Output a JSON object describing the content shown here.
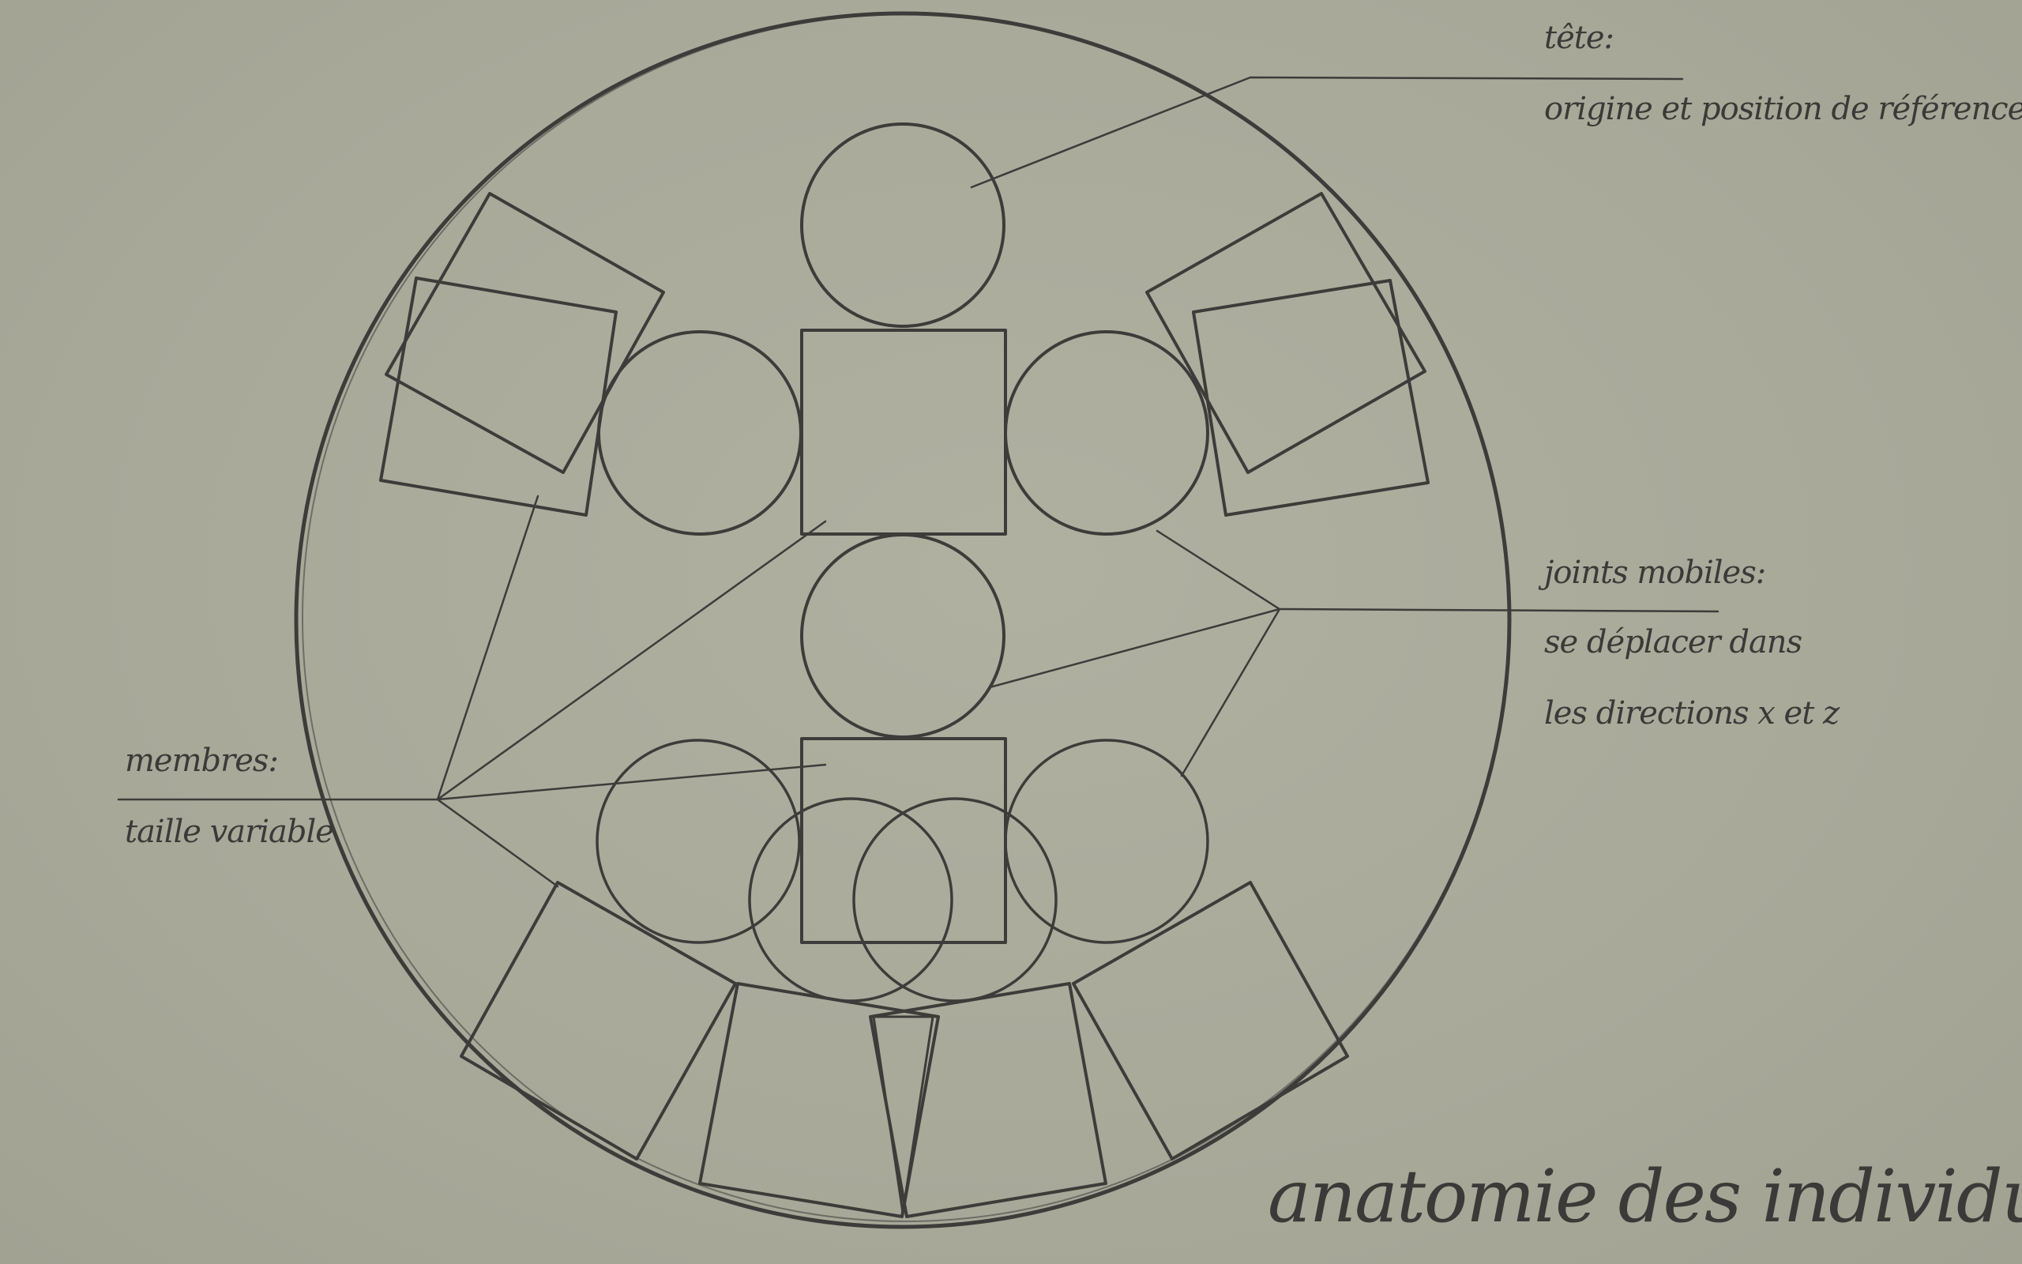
{
  "title": "anatomie des individus",
  "annotations": {
    "head": {
      "heading": "tête:",
      "line1": "origine et position de référence"
    },
    "joints": {
      "heading": "joints mobiles:",
      "line1": "se déplacer dans",
      "line2": "les directions x et z"
    },
    "limbs": {
      "heading": "membres:",
      "line1": "taille variable"
    }
  },
  "colors": {
    "background": "#a9a99a",
    "ink": "#3c3c3a"
  }
}
